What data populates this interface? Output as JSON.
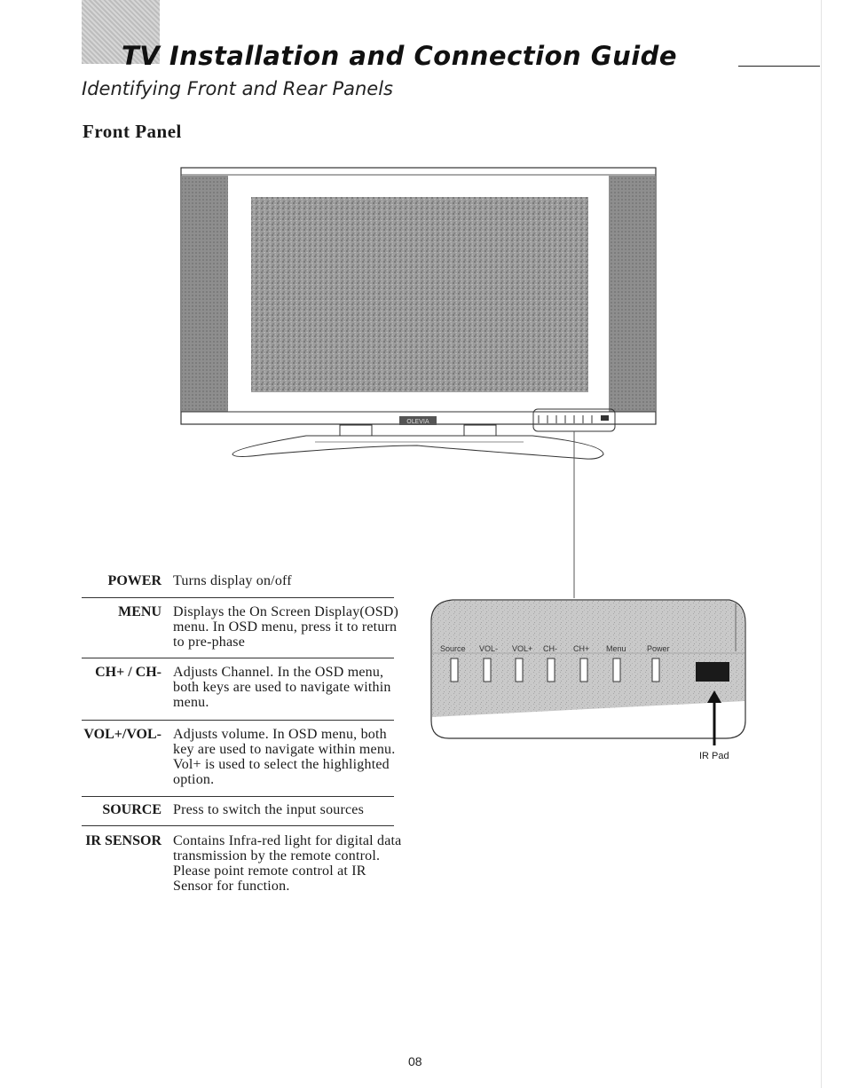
{
  "header": {
    "title": "TV Installation and Connection Guide",
    "subtitle": "Identifying Front and Rear Panels"
  },
  "section_title": "Front Panel",
  "tv": {
    "brand_badge": "OLEVIA"
  },
  "control_panel": {
    "button_labels": [
      "Source",
      "VOL-",
      "VOL+",
      "CH-",
      "CH+",
      "Menu",
      "Power"
    ],
    "ir_label": "IR Pad"
  },
  "controls": [
    {
      "name": "POWER",
      "description": "Turns display on/off"
    },
    {
      "name": "MENU",
      "description": "Displays the On Screen Display(OSD) menu. In OSD menu, press it to return to pre-phase"
    },
    {
      "name": "CH+ / CH-",
      "description": "Adjusts Channel. In the OSD menu, both keys are used to navigate within menu."
    },
    {
      "name": "VOL+/VOL-",
      "description": "Adjusts volume. In OSD menu, both key are used to navigate within menu. Vol+ is used to select the highlighted option."
    },
    {
      "name": "SOURCE",
      "description": "Press to switch the input sources"
    },
    {
      "name": "IR SENSOR",
      "description": "Contains Infra-red light for digital data transmission by the remote control. Please point remote control at IR Sensor for function."
    }
  ],
  "page_number": "08"
}
